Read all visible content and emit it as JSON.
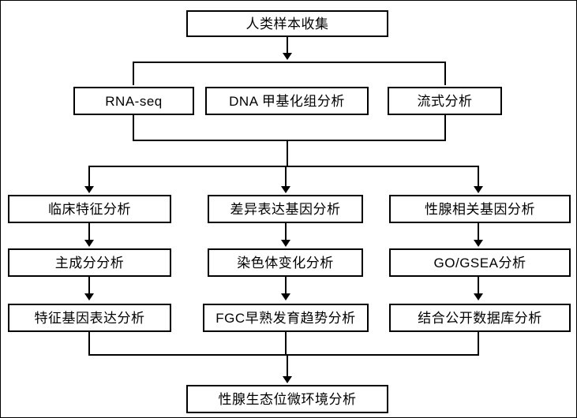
{
  "diagram": {
    "title_box": {
      "label": "人类样本收集"
    },
    "row_assays": [
      {
        "label": "RNA-seq"
      },
      {
        "label": "DNA 甲基化组分析"
      },
      {
        "label": "流式分析"
      }
    ],
    "columns": [
      {
        "name": "clinical-column",
        "steps": [
          {
            "label": "临床特征分析"
          },
          {
            "label": "主成分分析"
          },
          {
            "label": "特征基因表达分析"
          }
        ]
      },
      {
        "name": "deg-column",
        "steps": [
          {
            "label": "差异表达基因分析"
          },
          {
            "label": "染色体变化分析"
          },
          {
            "label": "FGC早熟发育趋势分析"
          }
        ]
      },
      {
        "name": "gonad-column",
        "steps": [
          {
            "label": "性腺相关基因分析"
          },
          {
            "label": "GO/GSEA分析"
          },
          {
            "label": "结合公开数据库分析"
          }
        ]
      }
    ],
    "result_box": {
      "label": "性腺生态位微环境分析"
    },
    "colors": {
      "stroke": "#000000",
      "fill": "#ffffff",
      "text": "#000000"
    }
  }
}
